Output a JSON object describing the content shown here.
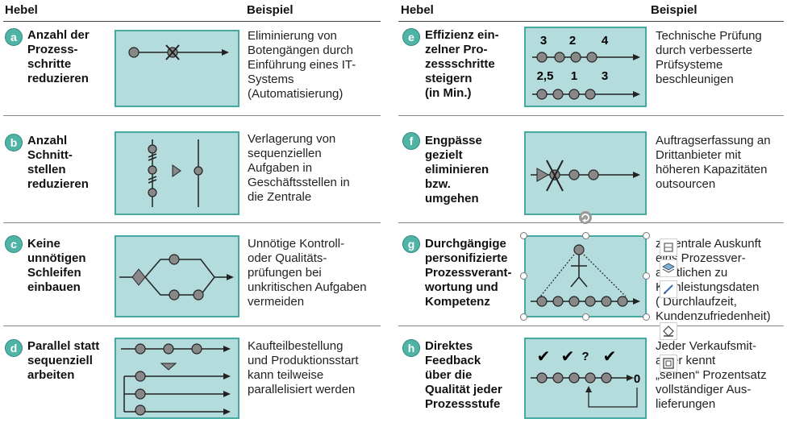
{
  "headers": {
    "left_hebel": "Hebel",
    "left_beispiel": "Beispiel",
    "right_hebel": "Hebel",
    "right_beispiel": "Beispiel"
  },
  "rows": [
    {
      "letter": "a",
      "lever": "Anzahl der\nProzess-\nschritte\nreduzieren",
      "example": "Eliminierung von\nBotengängen durch\nEinführung eines IT-\nSystems\n(Automatisierung)"
    },
    {
      "letter": "b",
      "lever": "Anzahl\nSchnitt-\nstellen\nreduzieren",
      "example": "Verlagerung von\nsequenziellen\nAufgaben in\nGeschäftsstellen in\ndie Zentrale"
    },
    {
      "letter": "c",
      "lever": "Keine\nunnötigen\nSchleifen\neinbauen",
      "example": "Unnötige Kontroll-\noder Qualitäts-\nprüfungen bei\nunkritischen Aufgaben\nvermeiden"
    },
    {
      "letter": "d",
      "lever": "Parallel statt\nsequenziell\narbeiten",
      "example": "Kaufteilbestellung\nund Produktionsstart\nkann teilweise\nparallelisiert werden"
    },
    {
      "letter": "e",
      "lever": "Effizienz ein-\nzelner Pro-\nzessschritte\nsteigern\n(in Min.)",
      "example": "Technische Prüfung\ndurch verbesserte\nPrüfsysteme\nbeschleunigen"
    },
    {
      "letter": "f",
      "lever": "Engpässe\ngezielt\neliminieren\nbzw.\numgehen",
      "example": "Auftragserfassung an\nDrittanbieter mit\nhöheren Kapazitäten\noutsourcen"
    },
    {
      "letter": "g",
      "lever": "Durchgängige\npersonifizierte\nProzessverant-\nwortung und\nKompetenz",
      "example": "z.    zentrale Auskunft\neins Prozessver-\na    ortlichen zu\nKernleistungsdaten\n(     Durchlaufzeit,\nKundenzufriedenheit)"
    },
    {
      "letter": "h",
      "lever": "Direktes\nFeedback\nüber die\nQualität jeder\nProzessstufe",
      "example": "Jeder Verkaufsmit-\na      iter kennt\n„seinen“ Prozentsatz\nvollständiger Aus-\nlieferungen"
    }
  ],
  "diagram_e": {
    "top_values": [
      "3",
      "2",
      "4"
    ],
    "bottom_values": [
      "2,5",
      "1",
      "3"
    ]
  },
  "diagram_h": {
    "marks": [
      "✔",
      "✔",
      "?",
      "✔"
    ],
    "end_value": "0"
  },
  "toolbar": {
    "icons": [
      "layout-icon",
      "layers-icon",
      "pen-icon",
      "fill-icon",
      "frame-icon"
    ]
  },
  "colors": {
    "badge": "#4fb3a6",
    "box_fill": "#b5dcdc",
    "box_border": "#46a9a2",
    "node": "#888888"
  }
}
